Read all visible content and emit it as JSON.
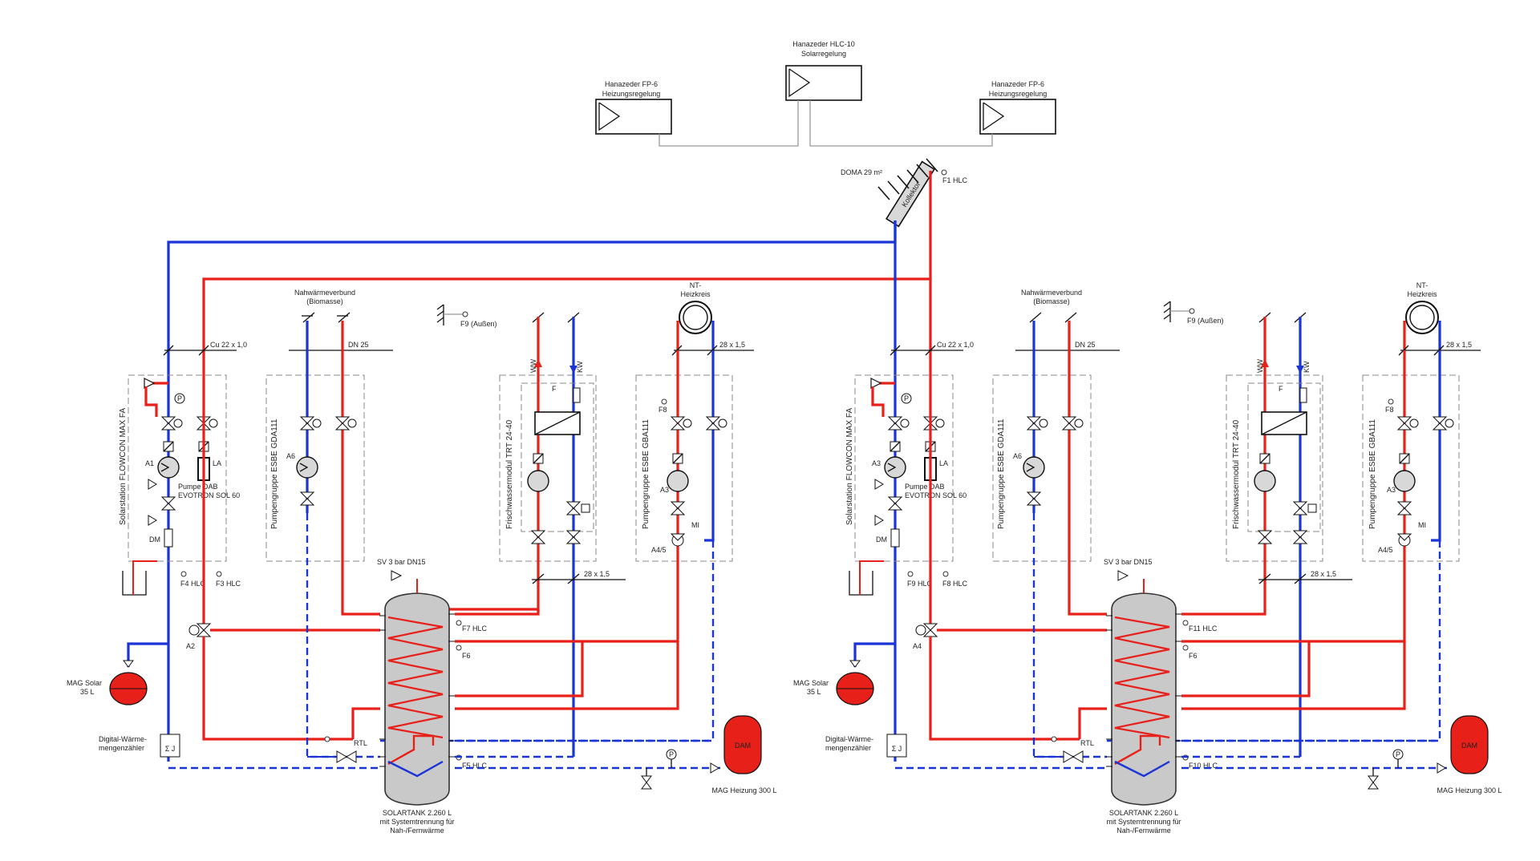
{
  "controllers": {
    "left": {
      "line1": "Hanazeder FP-6",
      "line2": "Heizungsregelung"
    },
    "center": {
      "line1": "Hanazeder HLC-10",
      "line2": "Solarregelung"
    },
    "right": {
      "line1": "Hanazeder FP-6",
      "line2": "Heizungsregelung"
    }
  },
  "collector": {
    "area": "DOMA 29 m²",
    "label": "Kollektor",
    "sensor": "F1 HLC"
  },
  "left": {
    "pipe_main": "Cu 22 x 1,0",
    "solarstation": "Solarstation FLOWCON MAX FA",
    "pump_label_1": "Pumpe DAB",
    "pump_label_2": "EVOTRON SOL 60",
    "a_pump": "A1",
    "la": "LA",
    "dm": "DM",
    "f4": "F4 HLC",
    "f3": "F3 HLC",
    "a2": "A2",
    "mag_solar_1": "MAG Solar",
    "mag_solar_2": "35 L",
    "meter_1": "Digital-Wärme-",
    "meter_2": "mengenzähler",
    "meter_sym": "Σ J",
    "nahwaerme_1": "Nahwärmeverbund",
    "nahwaerme_2": "(Biomasse)",
    "dn25": "DN 25",
    "pumpgroup_1": "Pumpengruppe ESBE GDA111",
    "a6": "A6",
    "f9": "F9 (Außen)",
    "fresh": "Frischwassermodul TRT 24-40",
    "ww": "WW",
    "kw": "KW",
    "f": "F",
    "nt_1": "NT-",
    "nt_2": "Heizkreis",
    "pipe_nt": "28 x 1,5",
    "pipe_fresh": "28 x 1,5",
    "f8": "F8",
    "pumpgroup_2": "Pumpengruppe ESBE GBA111",
    "a3": "A3",
    "mi": "MI",
    "a45": "A4/5",
    "sv": "SV 3 bar DN15",
    "f7": "F7 HLC",
    "f6": "F6",
    "f5": "F5 HLC",
    "rtl": "RTL",
    "tank_1": "SOLARTANK 2.260 L",
    "tank_2": "mit Systemtrennung für",
    "tank_3": "Nah-/Fernwärme",
    "mag_heat": "MAG Heizung 300 L",
    "dam": "DAM"
  },
  "right": {
    "pipe_main": "Cu 22 x 1,0",
    "solarstation": "Solarstation FLOWCON MAX FA",
    "pump_label_1": "Pumpe DAB",
    "pump_label_2": "EVOTRON SOL 60",
    "a_pump": "A3",
    "la": "LA",
    "dm": "DM",
    "f4": "F9 HLC",
    "f3": "F8 HLC",
    "a2": "A4",
    "mag_solar_1": "MAG Solar",
    "mag_solar_2": "35 L",
    "meter_1": "Digital-Wärme-",
    "meter_2": "mengenzähler",
    "meter_sym": "Σ J",
    "nahwaerme_1": "Nahwärmeverbund",
    "nahwaerme_2": "(Biomasse)",
    "dn25": "DN 25",
    "pumpgroup_1": "Pumpengruppe ESBE GDA111",
    "a6": "A6",
    "f9": "F9 (Außen)",
    "fresh": "Frischwassermodul TRT 24-40",
    "ww": "WW",
    "kw": "KW",
    "f": "F",
    "nt_1": "NT-",
    "nt_2": "Heizkreis",
    "pipe_nt": "28 x 1,5",
    "pipe_fresh": "28 x 1,5",
    "f8": "F8",
    "pumpgroup_2": "Pumpengruppe ESBE GBA111",
    "a3": "A3",
    "mi": "MI",
    "a45": "A4/5",
    "sv": "SV 3 bar DN15",
    "f7": "F11 HLC",
    "f6": "F6",
    "f5": "F10 HLC",
    "rtl": "RTL",
    "tank_1": "SOLARTANK 2.260 L",
    "tank_2": "mit Systemtrennung für",
    "tank_3": "Nah-/Fernwärme",
    "mag_heat": "MAG Heizung 300 L",
    "dam": "DAM"
  },
  "colors": {
    "hot": "#e8201a",
    "cold": "#1b34d6",
    "signal": "#999999"
  }
}
